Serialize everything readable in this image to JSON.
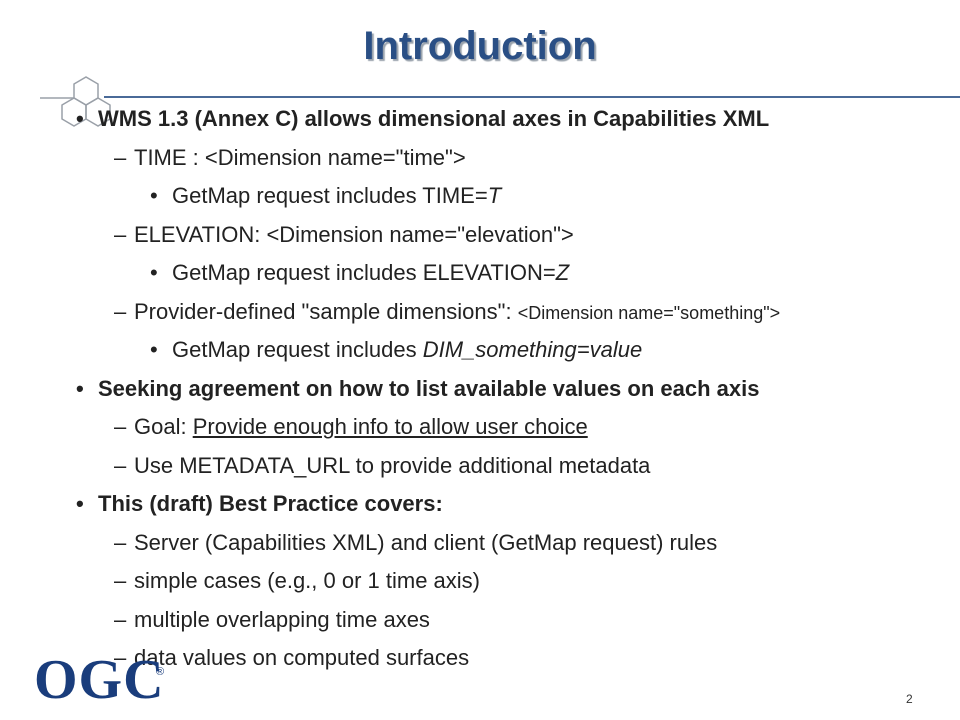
{
  "slide": {
    "title": "Introduction",
    "page_number": "2",
    "logo_text": "OGC",
    "logo_mark": "®"
  },
  "lines": [
    {
      "level": 1,
      "parts": [
        {
          "t": "WMS 1.3 (Annex C) allows dimensional axes in Capabilities XML"
        }
      ]
    },
    {
      "level": 2,
      "parts": [
        {
          "t": "TIME : <Dimension name=\"time\">"
        }
      ]
    },
    {
      "level": 3,
      "parts": [
        {
          "t": "GetMap request includes TIME="
        },
        {
          "t": "T",
          "style": "i"
        }
      ]
    },
    {
      "level": 2,
      "parts": [
        {
          "t": "ELEVATION: <Dimension name=\"elevation\">"
        }
      ]
    },
    {
      "level": 3,
      "parts": [
        {
          "t": "GetMap request includes ELEVATION="
        },
        {
          "t": "Z",
          "style": "i"
        }
      ]
    },
    {
      "level": 2,
      "parts": [
        {
          "t": "Provider-defined \"sample dimensions\": "
        },
        {
          "t": "<Dimension name=\"something\">",
          "style": "small"
        }
      ]
    },
    {
      "level": 3,
      "parts": [
        {
          "t": "GetMap request includes "
        },
        {
          "t": "DIM_something=value",
          "style": "i"
        }
      ]
    },
    {
      "level": 1,
      "parts": [
        {
          "t": "Seeking agreement on how to list available values on each axis"
        }
      ]
    },
    {
      "level": 2,
      "parts": [
        {
          "t": "Goal: "
        },
        {
          "t": "Provide enough info to allow user choice",
          "style": "u"
        }
      ]
    },
    {
      "level": 2,
      "parts": [
        {
          "t": "Use METADATA_URL to provide additional metadata"
        }
      ]
    },
    {
      "level": 1,
      "parts": [
        {
          "t": "This (draft) Best Practice covers:"
        }
      ]
    },
    {
      "level": 2,
      "parts": [
        {
          "t": "Server (Capabilities XML) and client (GetMap request) rules"
        }
      ]
    },
    {
      "level": 2,
      "parts": [
        {
          "t": "simple cases (e.g., 0 or 1 time axis)"
        }
      ]
    },
    {
      "level": 2,
      "parts": [
        {
          "t": "multiple overlapping time axes"
        }
      ]
    },
    {
      "level": 2,
      "parts": [
        {
          "t": "data values on computed surfaces"
        }
      ]
    }
  ],
  "glyphs": {
    "bullet": "•",
    "dash": "–"
  },
  "colors": {
    "title": "#2a4f85",
    "rule": "#4a6a98",
    "logo": "#1a3d7c"
  }
}
